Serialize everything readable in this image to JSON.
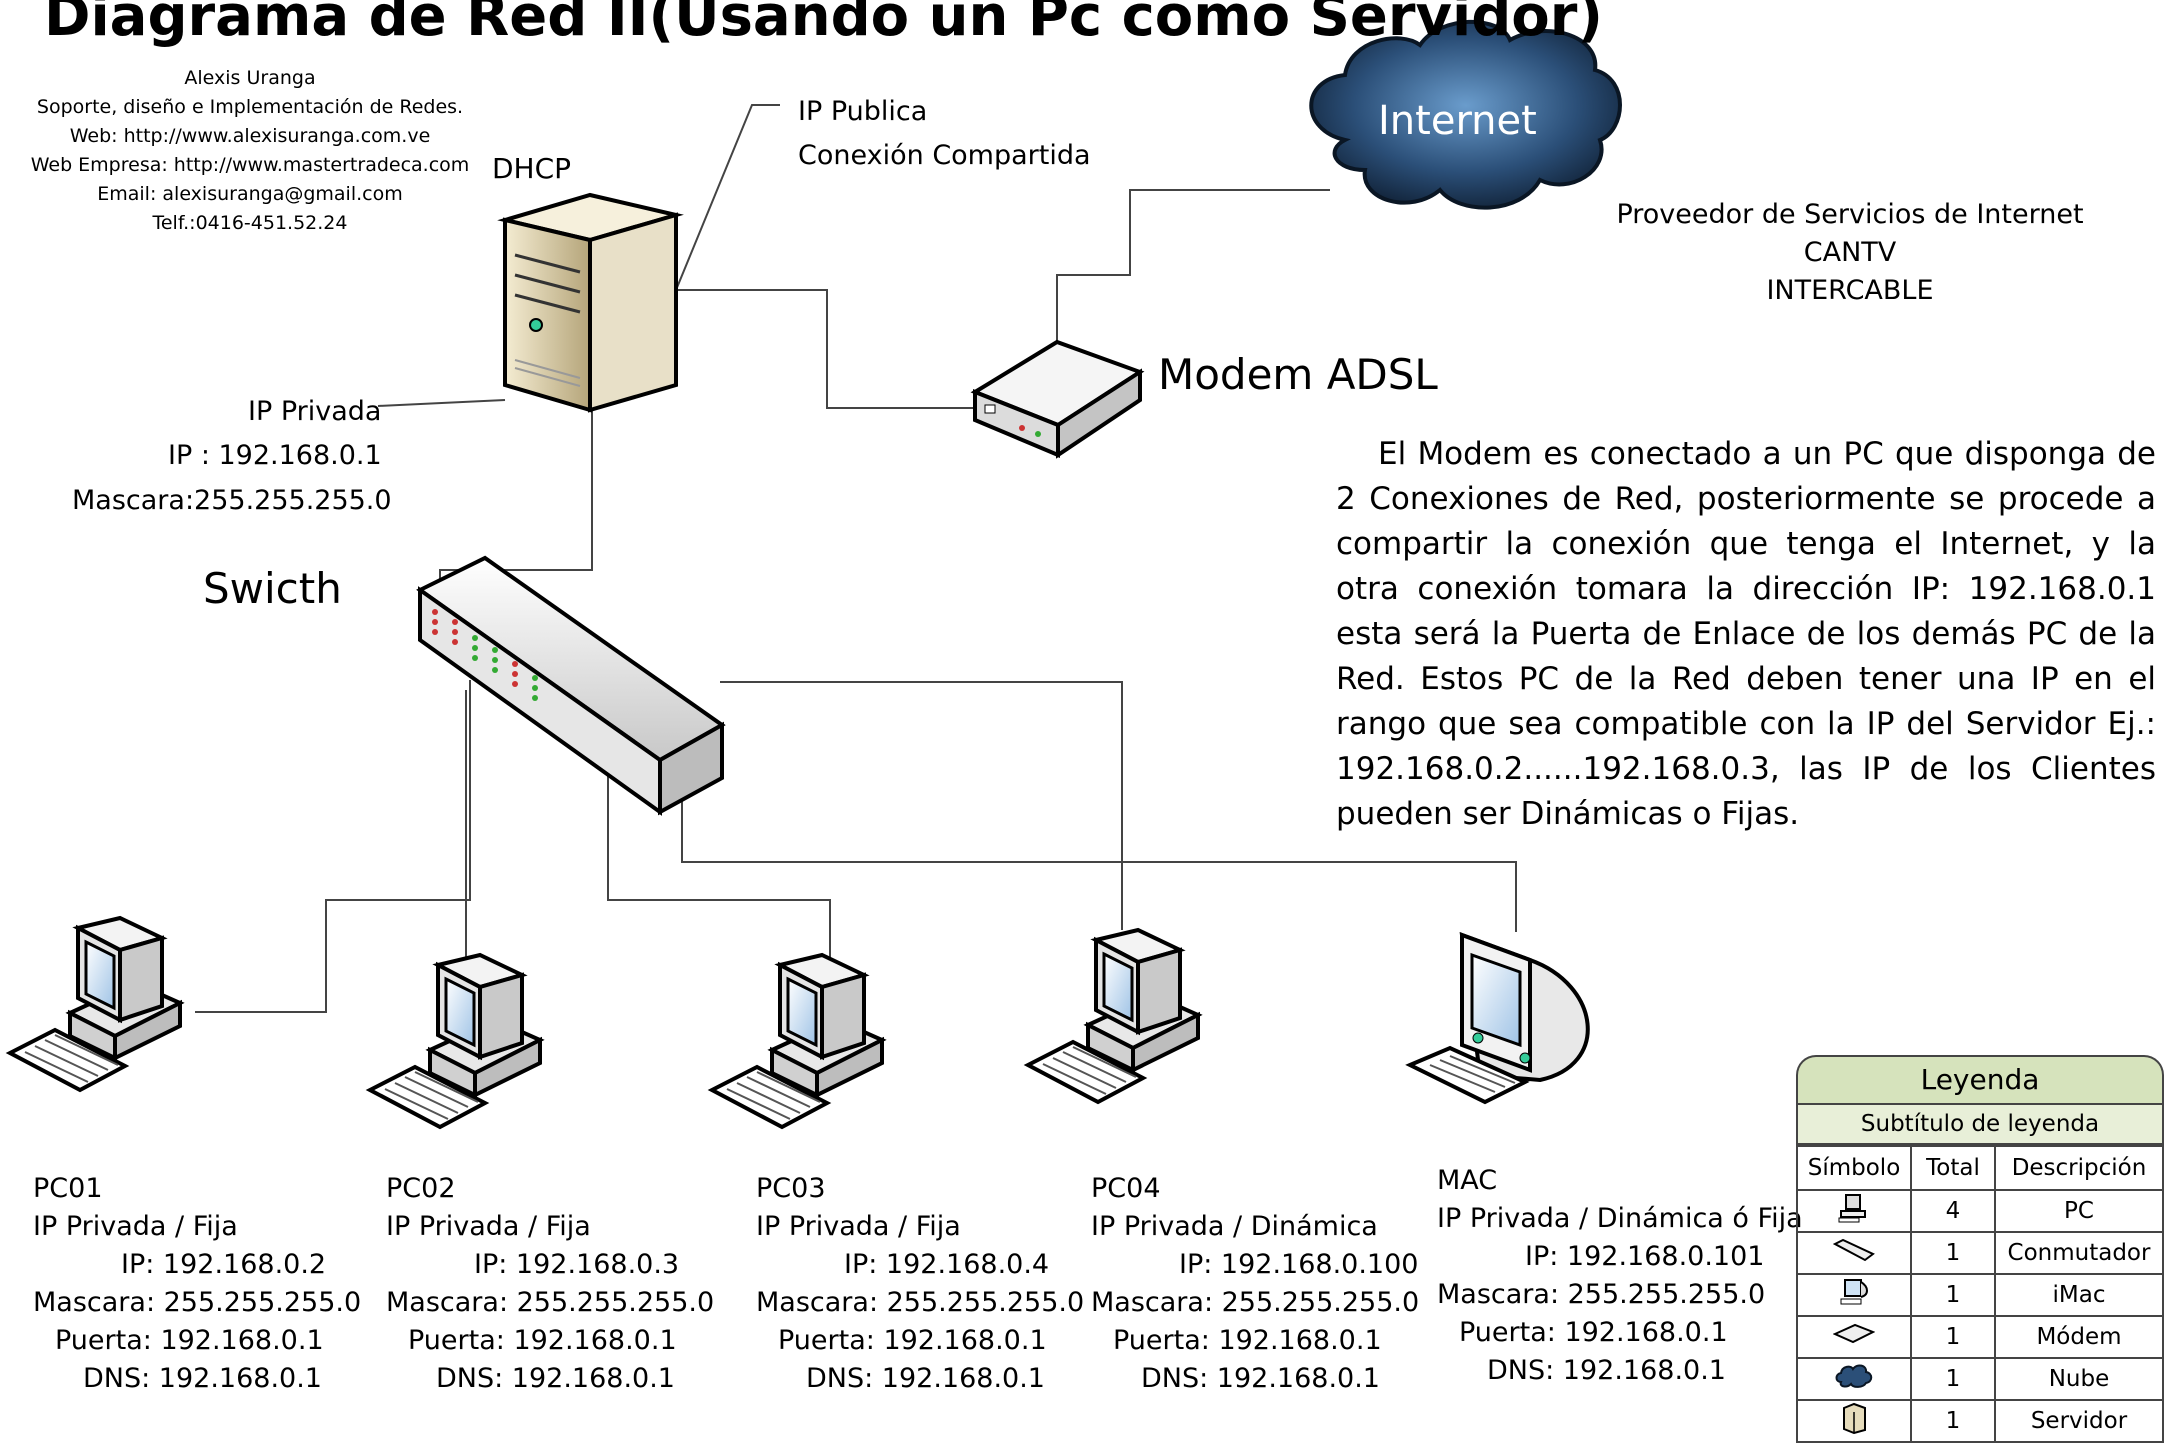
{
  "title": "Diagrama de Red II(Usando un Pc como Servidor)",
  "author": {
    "lines": [
      "Alexis Uranga",
      "Soporte, diseño e Implementación de Redes.",
      "Web: http://www.alexisuranga.com.ve",
      "Web Empresa: http://www.mastertradeca.com",
      "Email: alexisuranga@gmail.com",
      "Telf.:0416-451.52.24"
    ]
  },
  "server": {
    "label": "DHCP",
    "public_ip": "IP Publica",
    "shared": "Conexión Compartida",
    "private_title": "IP Privada",
    "private_ip": "IP : 192.168.0.1",
    "private_mask": "Mascara:255.255.255.0"
  },
  "internet": {
    "label": "Internet",
    "isp_title": "Proveedor de Servicios de Internet",
    "isp_1": "CANTV",
    "isp_2": "INTERCABLE"
  },
  "modem": {
    "label": "Modem ADSL"
  },
  "switch": {
    "label": "Swicth"
  },
  "note": "El Modem es conectado a un PC que disponga de 2 Conexiones de Red, posteriormente se procede a compartir la conexión que tenga el Internet, y la otra conexión tomara la dirección IP: 192.168.0.1 esta será la Puerta de Enlace de los demás PC de la Red. Estos PC de la Red deben tener una IP en el rango que sea compatible con la IP del Servidor Ej.: 192.168.0.2......192.168.0.3, las IP de los Clientes pueden ser Dinámicas o Fijas.",
  "clients": [
    {
      "name": "PC01",
      "type": "IP Privada / Fija",
      "ip": "IP: 192.168.0.2",
      "mask": "Mascara: 255.255.255.0",
      "gw": "Puerta: 192.168.0.1",
      "dns": "DNS: 192.168.0.1"
    },
    {
      "name": "PC02",
      "type": "IP Privada / Fija",
      "ip": "IP: 192.168.0.3",
      "mask": "Mascara: 255.255.255.0",
      "gw": "Puerta: 192.168.0.1",
      "dns": "DNS: 192.168.0.1"
    },
    {
      "name": "PC03",
      "type": "IP Privada / Fija",
      "ip": "IP: 192.168.0.4",
      "mask": "Mascara: 255.255.255.0",
      "gw": "Puerta: 192.168.0.1",
      "dns": "DNS: 192.168.0.1"
    },
    {
      "name": "PC04",
      "type": "IP Privada / Dinámica",
      "ip": "IP: 192.168.0.100",
      "mask": "Mascara: 255.255.255.0",
      "gw": "Puerta: 192.168.0.1",
      "dns": "DNS: 192.168.0.1"
    },
    {
      "name": "MAC",
      "type": "IP Privada / Dinámica ó Fija",
      "ip": "IP: 192.168.0.101",
      "mask": "Mascara: 255.255.255.0",
      "gw": "Puerta: 192.168.0.1",
      "dns": "DNS: 192.168.0.1"
    }
  ],
  "legend": {
    "title": "Leyenda",
    "subtitle": "Subtítulo de leyenda",
    "headers": [
      "Símbolo",
      "Total",
      "Descripción"
    ],
    "rows": [
      {
        "icon": "pc-icon",
        "total": "4",
        "desc": "PC"
      },
      {
        "icon": "switch-icon",
        "total": "1",
        "desc": "Conmutador"
      },
      {
        "icon": "imac-icon",
        "total": "1",
        "desc": "iMac"
      },
      {
        "icon": "modem-icon",
        "total": "1",
        "desc": "Módem"
      },
      {
        "icon": "cloud-icon",
        "total": "1",
        "desc": "Nube"
      },
      {
        "icon": "server-icon",
        "total": "1",
        "desc": "Servidor"
      }
    ]
  },
  "colors": {
    "line": "#444444",
    "cloud": "#1f3a5a",
    "server": "#d9cfb0",
    "legend_header": "#d6e3bc"
  }
}
